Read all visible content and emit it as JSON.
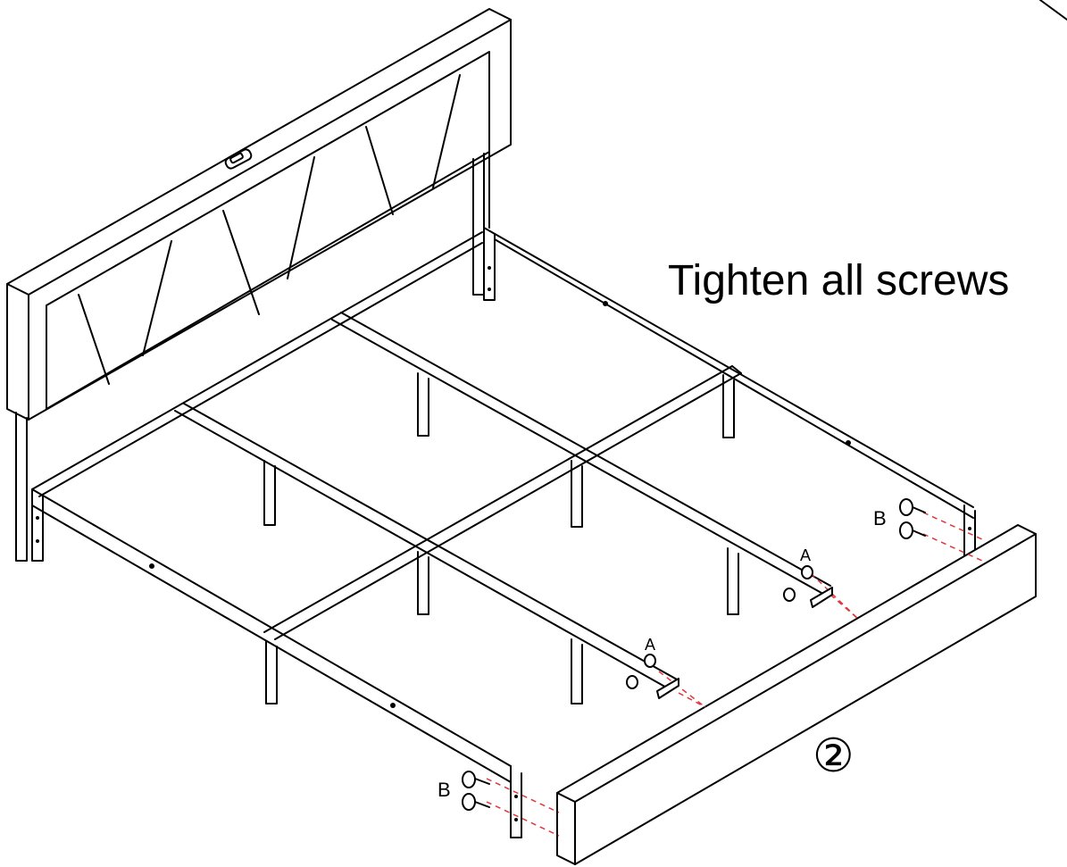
{
  "instruction": {
    "text": "Tighten all screws"
  },
  "step": {
    "number": "②"
  },
  "parts": {
    "screw_a_label": "A",
    "screw_b_label": "B"
  },
  "colors": {
    "outline": "#000000",
    "alignment_guide": "#e0383a",
    "background": "#ffffff"
  },
  "icons": {
    "screw": "hex-bolt-icon",
    "usb_port": "usb-port-icon"
  }
}
